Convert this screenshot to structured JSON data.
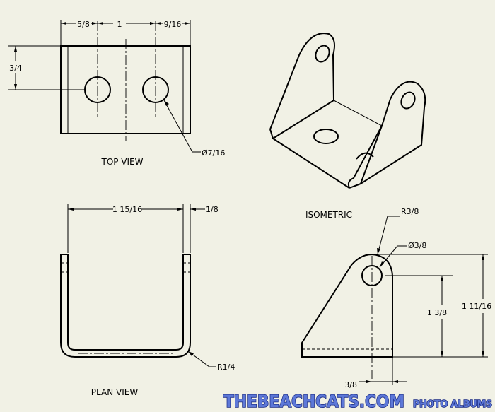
{
  "views": {
    "top": "TOP VIEW",
    "isometric": "ISOMETRIC",
    "plan": "PLAN VIEW"
  },
  "dimensions": {
    "top_left": "5/8",
    "top_center": "1",
    "top_right": "9/16",
    "top_side": "3/4",
    "hole_dia": "Ø7/16",
    "plan_width": "1 15/16",
    "plan_thickness": "1/8",
    "plan_radius": "R1/4",
    "side_radius": "R3/8",
    "side_hole_dia": "Ø3/8",
    "side_hole_height": "1 3/8",
    "side_total_height": "1 11/16",
    "side_bottom": "3/8"
  },
  "watermark": {
    "site": "THEBEACHCATS.COM",
    "section": "PHOTO ALBUMS"
  }
}
